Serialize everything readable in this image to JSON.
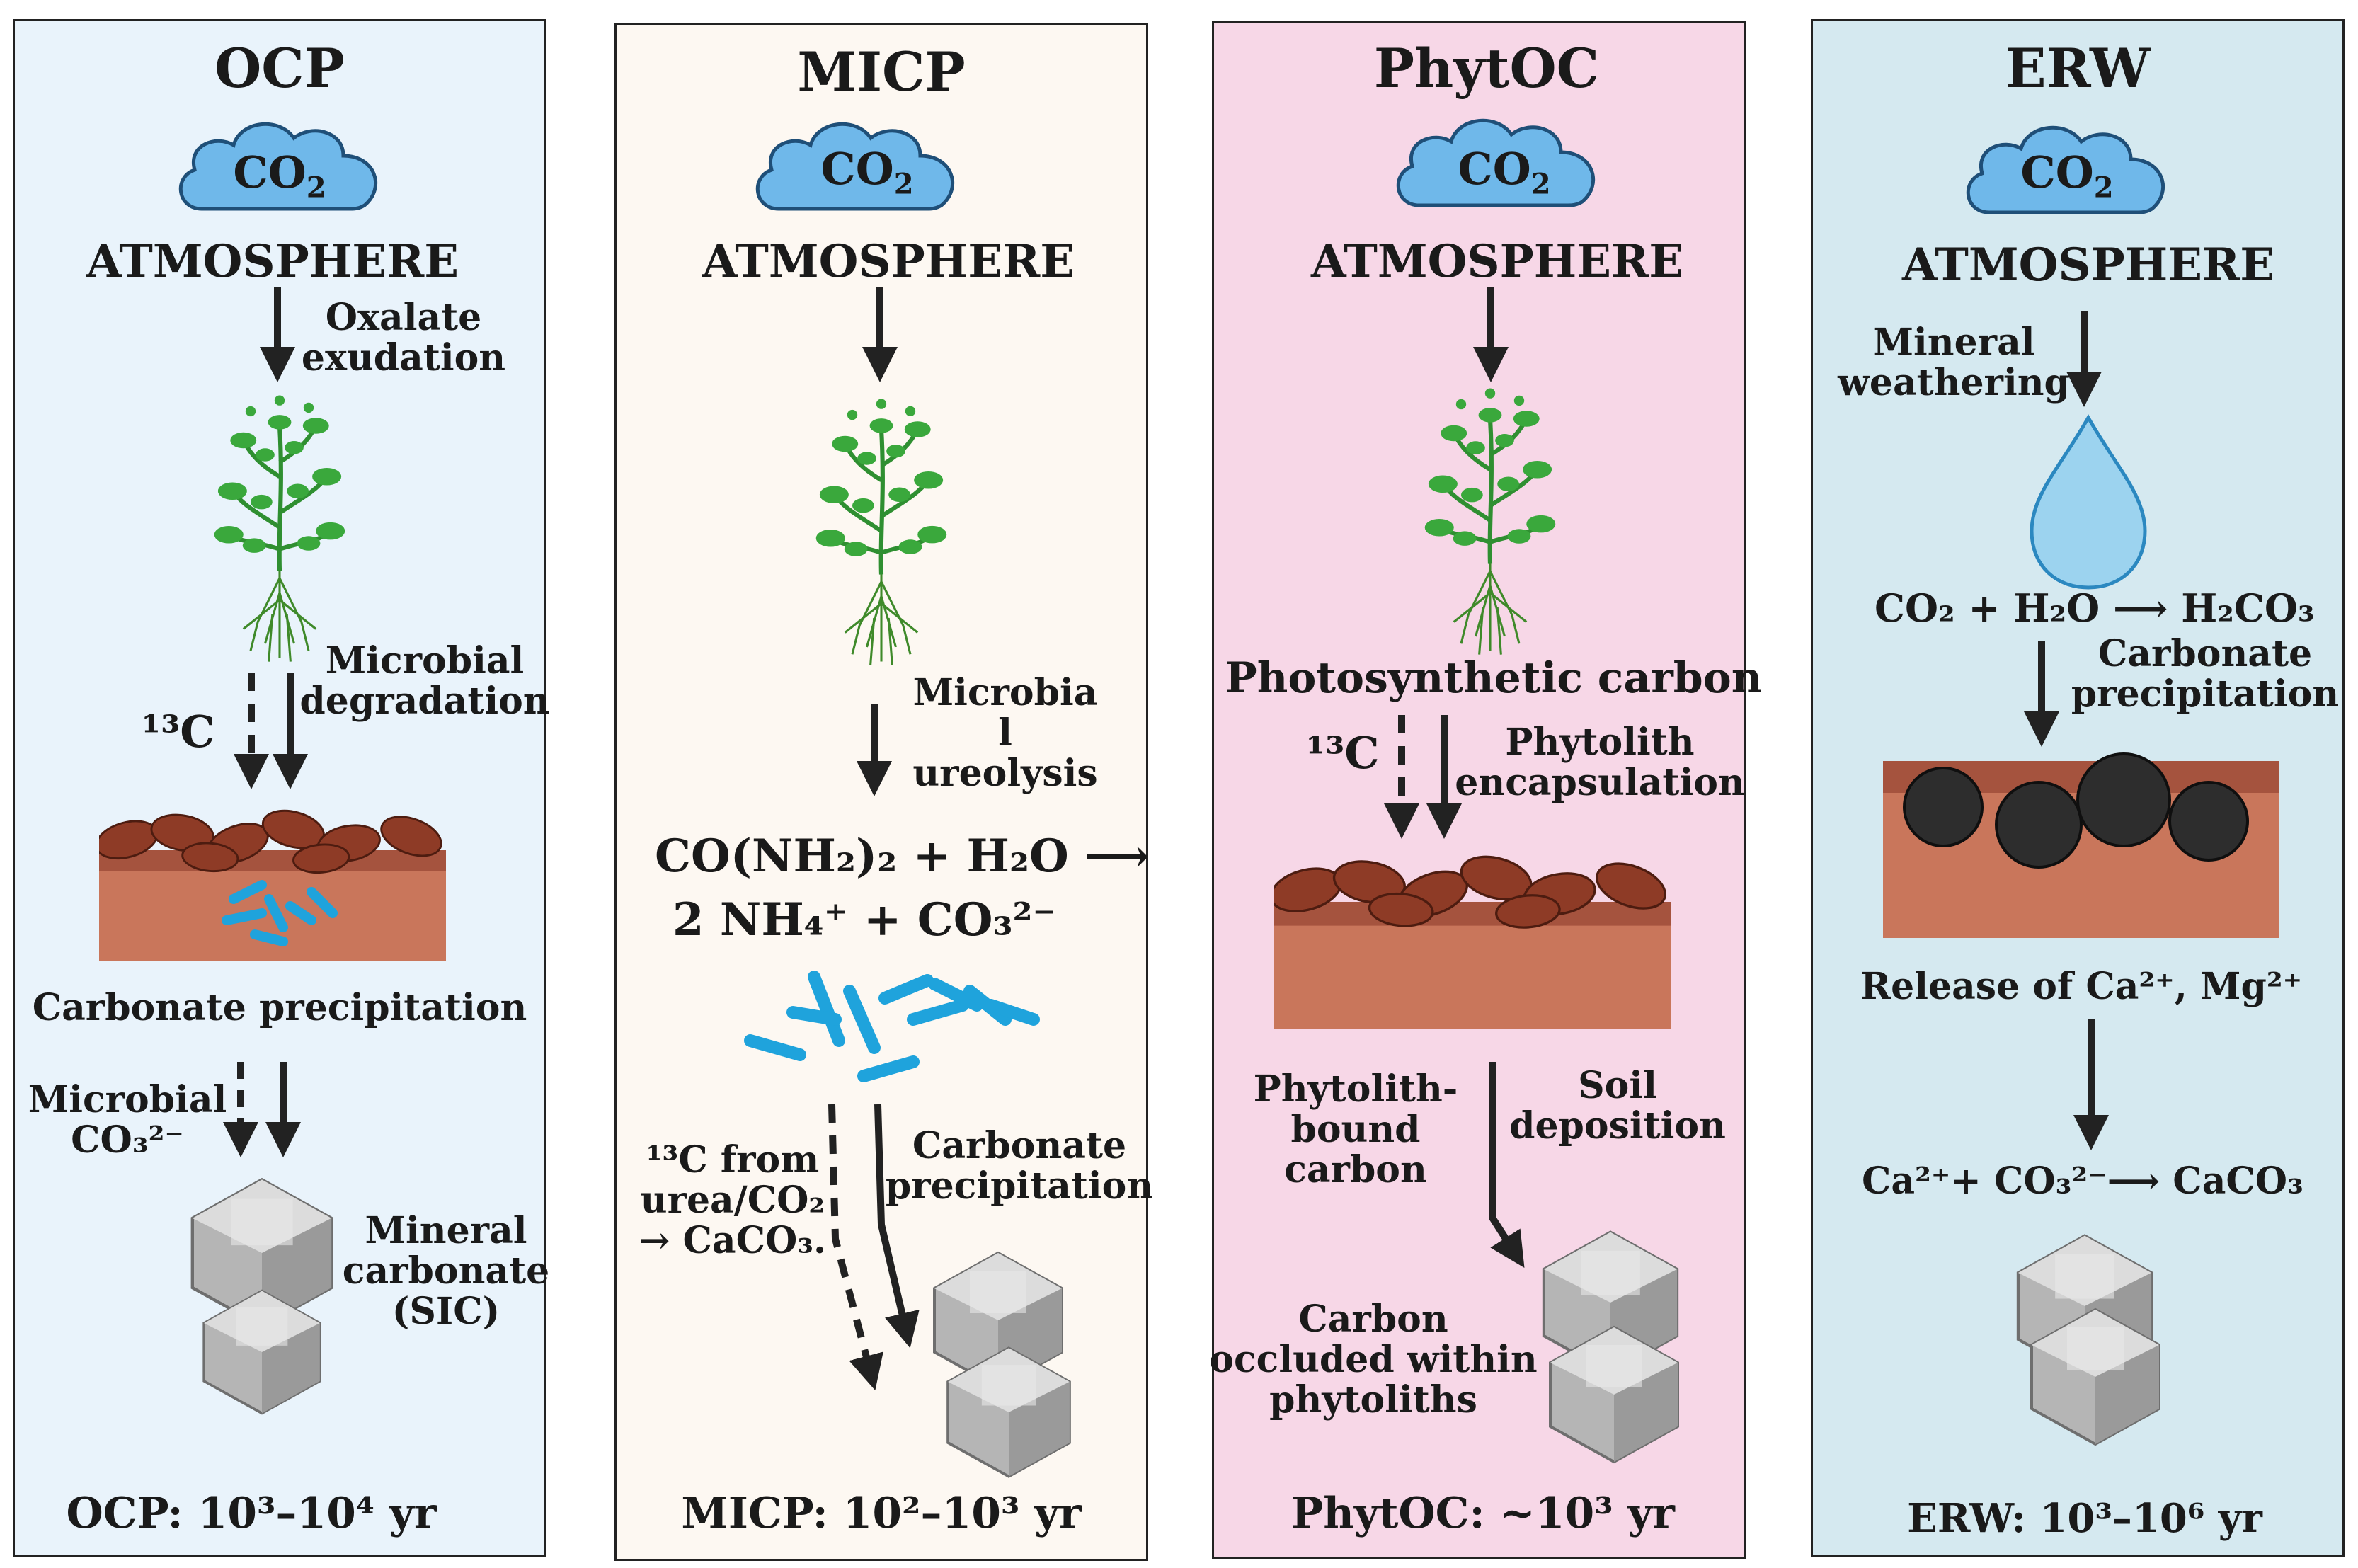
{
  "panels": [
    {
      "title": "OCP",
      "co2": "CO",
      "co2_sub": "2",
      "atmosphere": "ATMOSPHERE",
      "step1": "Oxalate\nexudation",
      "c13": "¹³C",
      "step2": "Microbial\ndegradation",
      "mid": "Carbonate precipitation",
      "step3": "Microbial\nCO₃²⁻",
      "end": "Mineral\ncarbonate\n(SIC)",
      "time": "OCP: 10³–10⁴ yr"
    },
    {
      "title": "MICP",
      "co2": "CO",
      "co2_sub": "2",
      "atmosphere": "ATMOSPHERE",
      "step1": "Microbia\nl\nureolysis",
      "eq1": "CO(NH₂)₂ + H₂O ⟶",
      "eq2": "2 NH₄⁺ + CO₃²⁻",
      "c13": "¹³C from\nurea/CO₂\n→ CaCO₃.",
      "step2": "Carbonate\nprecipitation",
      "time": "MICP: 10²–10³ yr"
    },
    {
      "title": "PhytOC",
      "co2": "CO",
      "co2_sub": "2",
      "atmosphere": "ATMOSPHERE",
      "mid": "Photosynthetic carbon",
      "c13": "¹³C",
      "step1": "Phytolith\nencapsulation",
      "step2": "Phytolith-\nbound\ncarbon",
      "step3": "Soil\ndeposition",
      "end": "Carbon\noccluded within\nphytoliths",
      "time": "PhytOC: ~10³ yr"
    },
    {
      "title": "ERW",
      "co2": "CO",
      "co2_sub": "2",
      "atmosphere": "ATMOSPHERE",
      "step1": "Mineral\nweathering",
      "eq1": "CO₂ + H₂O ⟶ H₂CO₃",
      "step2": "Carbonate\nprecipitation",
      "mid": "Release of Ca²⁺, Mg²⁺",
      "eq2": "Ca²⁺+ CO₃²⁻⟶ CaCO₃",
      "time": "ERW: 10³–10⁶ yr"
    }
  ],
  "colors": {
    "panel1_bg": "#e9f3fb",
    "panel2_bg": "#fdf8f2",
    "panel3_bg": "#f7d7e7",
    "panel4_bg": "#d5e9f0",
    "cloud": "#6fb8ea",
    "plant": "#3aa83c",
    "soil": "#c9765b",
    "litter": "#8e3b26",
    "microbe": "#1fa3dc",
    "crystal": "#a9a9a9"
  }
}
